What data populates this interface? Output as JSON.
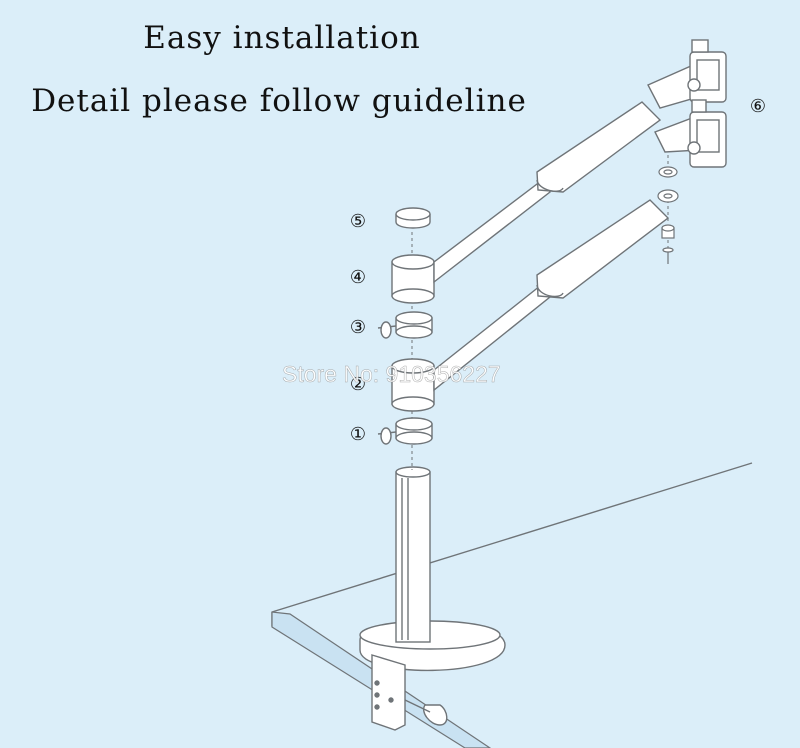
{
  "heading": {
    "line1": "Easy installation",
    "line2": "Detail please follow guideline"
  },
  "watermark": "Store No: 910356227",
  "steps": {
    "s1": "①",
    "s2": "②",
    "s3": "③",
    "s4": "④",
    "s5": "⑤",
    "s6": "⑥"
  },
  "colors": {
    "background": "#dbeef9",
    "line": "#6f7478",
    "part_fill": "#ffffff"
  }
}
